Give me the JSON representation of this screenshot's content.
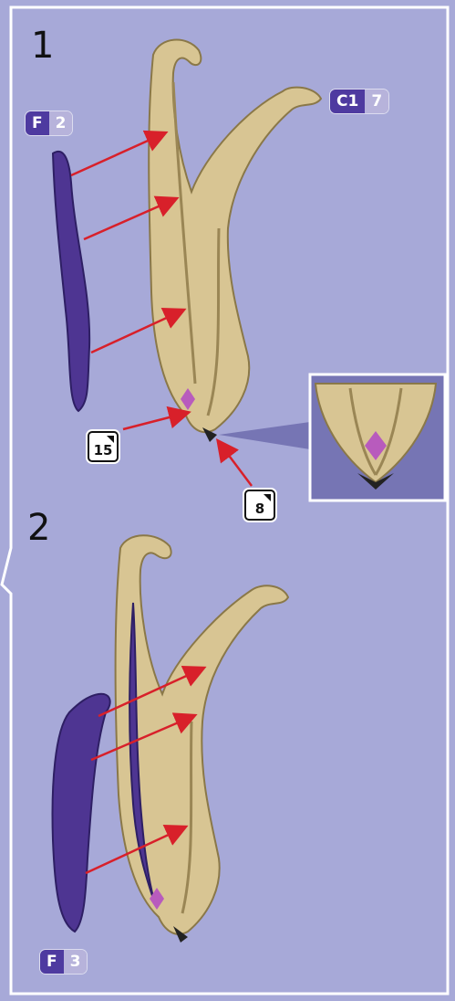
{
  "steps": [
    {
      "number": "1"
    },
    {
      "number": "2"
    }
  ],
  "badges": {
    "part_f_step1": {
      "letter": "F",
      "count": "2"
    },
    "part_c1": {
      "letter": "C1",
      "count": "7"
    },
    "part_f_step2": {
      "letter": "F",
      "count": "3"
    }
  },
  "page_refs": {
    "ref_a": "15",
    "ref_b": "8"
  },
  "colors": {
    "background": "#a7a9d8",
    "bone": "#d8c593",
    "purple_piece": "#4e3592",
    "arrow": "#d8202a",
    "gem": "#b85bbd",
    "inset_bg": "#7675b4"
  }
}
